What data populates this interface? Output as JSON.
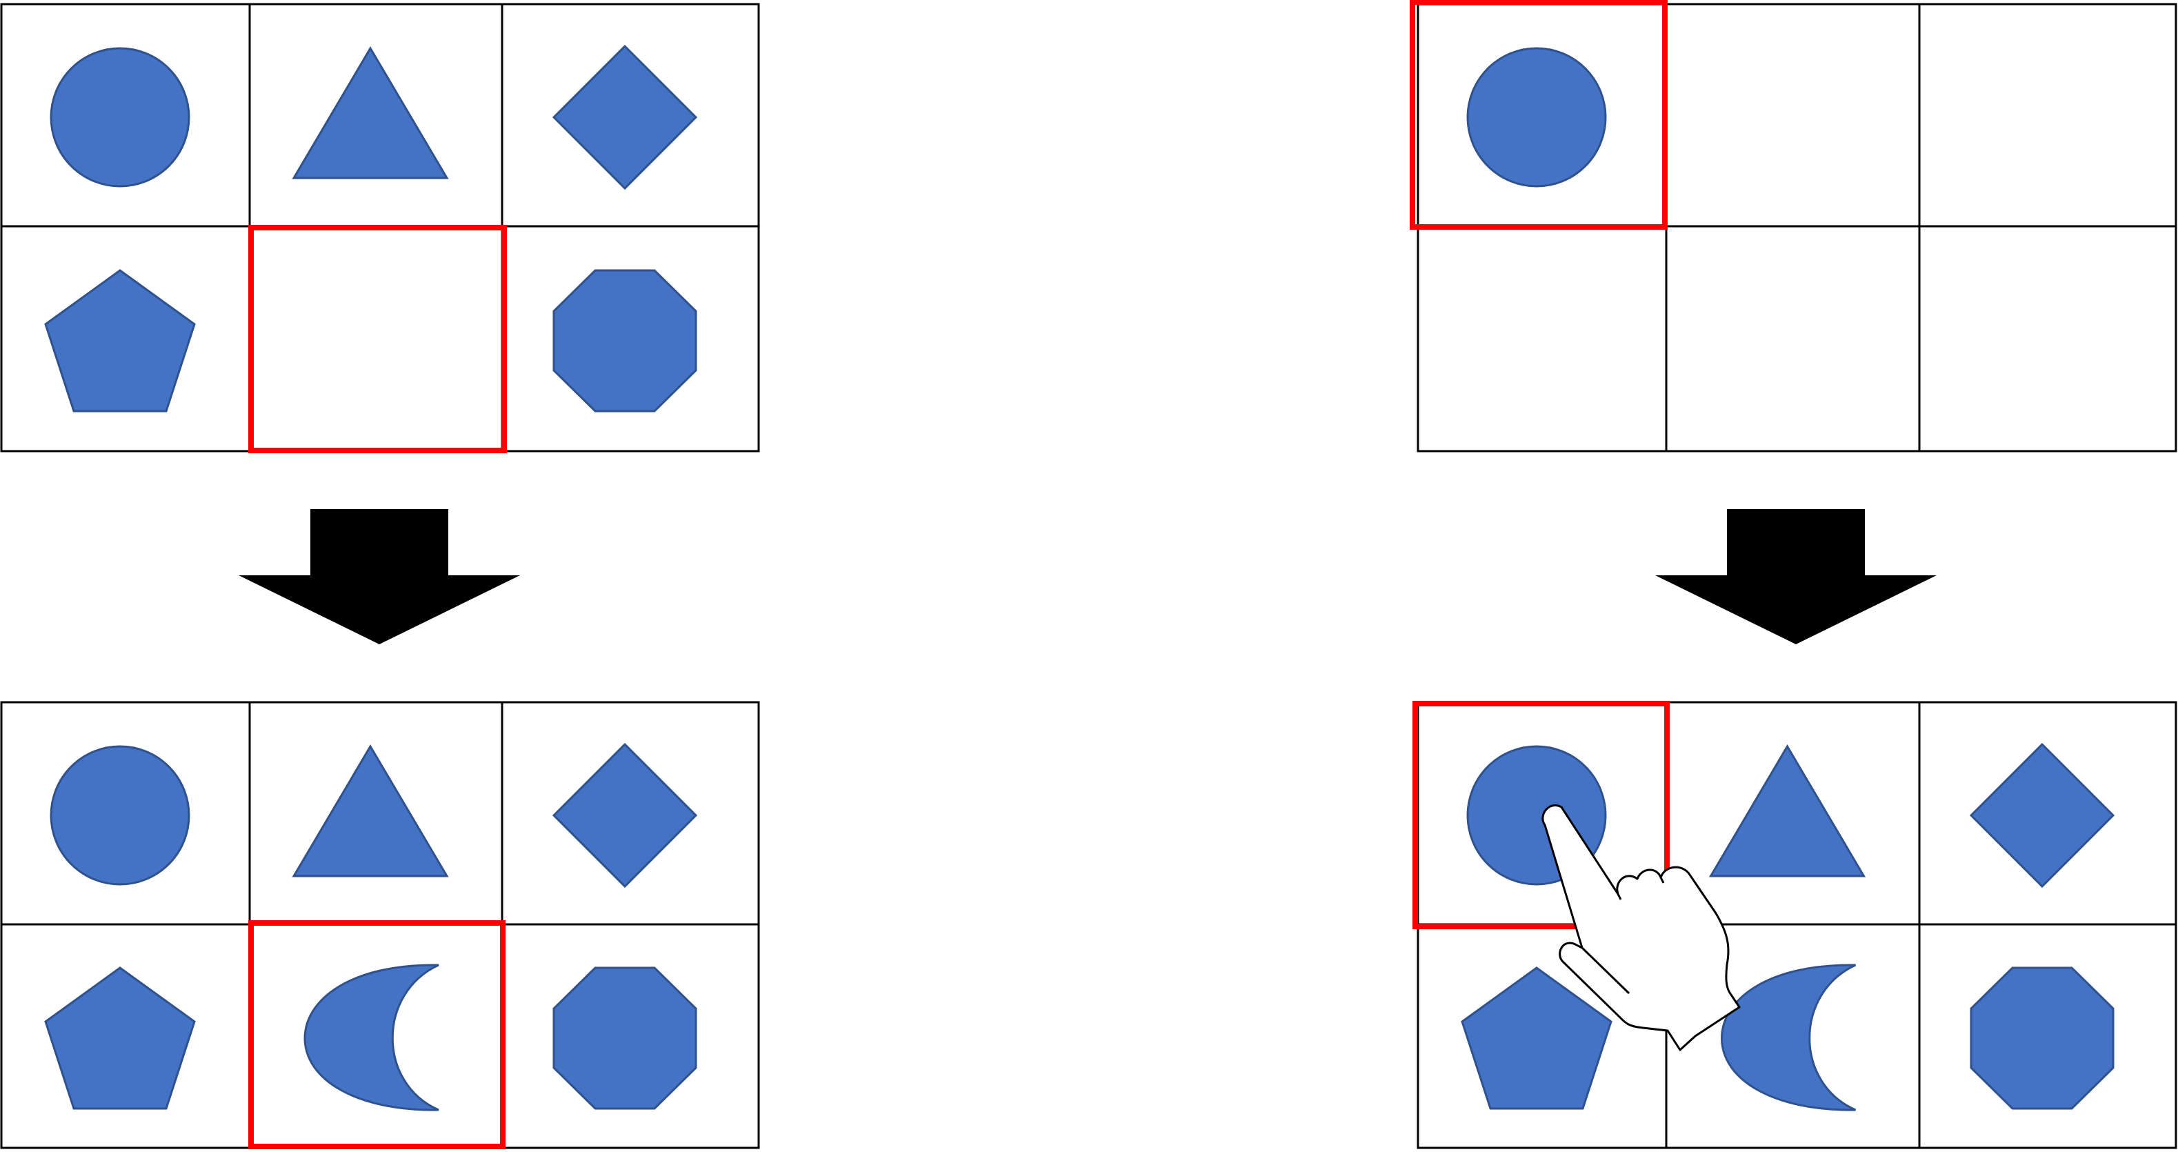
{
  "colors": {
    "shape_fill": "#4472C4",
    "shape_stroke": "#2F528F",
    "grid_line": "#000000",
    "highlight": "#FF0000",
    "arrow": "#000000",
    "hand_fill": "#FFFFFF",
    "hand_stroke": "#000000"
  },
  "panels": {
    "top_left": {
      "cells": [
        "circle",
        "triangle",
        "diamond",
        "pentagon",
        "empty",
        "octagon"
      ],
      "highlighted_cell": 4
    },
    "bottom_left": {
      "cells": [
        "circle",
        "triangle",
        "diamond",
        "pentagon",
        "moon",
        "octagon"
      ],
      "highlighted_cell": 4
    },
    "top_right": {
      "cells": [
        "circle",
        "empty",
        "empty",
        "empty",
        "empty",
        "empty"
      ],
      "highlighted_cell": 0
    },
    "bottom_right": {
      "cells": [
        "circle",
        "triangle",
        "diamond",
        "pentagon",
        "moon",
        "octagon"
      ],
      "highlighted_cell": 0,
      "pointer": "hand-pointer-icon"
    }
  },
  "arrows": [
    "down-arrow-icon",
    "down-arrow-icon"
  ]
}
